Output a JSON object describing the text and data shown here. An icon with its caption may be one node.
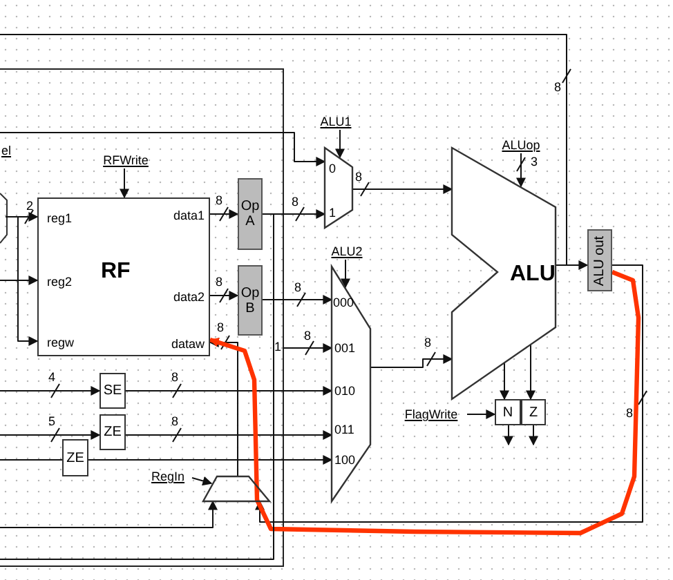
{
  "diagram": {
    "nodes": [
      {
        "text": [
          "ALU1"
        ]
      },
      {
        "text": [
          "0",
          "1"
        ]
      },
      {
        "text": [
          "ALUop"
        ]
      },
      {
        "text": [
          "RFWrite"
        ]
      },
      {
        "text": [
          "reg1",
          "reg2",
          "regw",
          "RF",
          "data1",
          "data2",
          "dataw"
        ]
      },
      {
        "text": [
          "Op A"
        ]
      },
      {
        "text": [
          "Op B"
        ]
      },
      {
        "text": [
          "ALU2"
        ]
      },
      {
        "text": [
          "000",
          "001",
          "010",
          "011",
          "100"
        ]
      },
      {
        "text": [
          "ALU"
        ]
      },
      {
        "text": [
          "ALU out"
        ]
      },
      {
        "text": [
          "1"
        ]
      },
      {
        "text": [
          "SE"
        ]
      },
      {
        "text": [
          "ZE"
        ]
      },
      {
        "text": [
          "ZE"
        ]
      },
      {
        "text": [
          "FlagWrite"
        ]
      },
      {
        "text": [
          "N"
        ]
      },
      {
        "text": [
          "Z"
        ]
      },
      {
        "text": [
          "RegIn"
        ]
      },
      {
        "text": [],
        "shape": "trapezoid"
      }
    ],
    "edges": [
      {
        "from": 3,
        "to": 4,
        "arrow": "to"
      },
      {
        "from": null,
        "to": 4,
        "arrow": "to",
        "label": "2"
      },
      {
        "from": null,
        "to": 4,
        "arrow": "to"
      },
      {
        "from": null,
        "to": 4,
        "arrow": "to"
      },
      {
        "from": 4,
        "to": 5,
        "arrow": "to",
        "label": "8"
      },
      {
        "from": 4,
        "to": 6,
        "arrow": "to",
        "label": "8"
      },
      {
        "from": 5,
        "to": 1,
        "arrow": "to",
        "label": "8"
      },
      {
        "from": null,
        "to": 1,
        "arrow": "to"
      },
      {
        "from": 0,
        "to": 1,
        "arrow": "to"
      },
      {
        "from": 1,
        "to": 9,
        "arrow": "to",
        "label": "8"
      },
      {
        "from": 6,
        "to": 8,
        "arrow": "to",
        "label": "8"
      },
      {
        "from": 11,
        "to": 8,
        "arrow": "to",
        "label": "8"
      },
      {
        "from": 12,
        "to": 8,
        "arrow": "to",
        "label": "8"
      },
      {
        "from": 13,
        "to": 8,
        "arrow": "to",
        "label": "8"
      },
      {
        "from": 14,
        "to": 8,
        "arrow": "to"
      },
      {
        "from": null,
        "to": 12,
        "arrow": "to",
        "label": "4"
      },
      {
        "from": null,
        "to": 13,
        "arrow": "to",
        "label": "5"
      },
      {
        "from": null,
        "to": 14,
        "arrow": "none"
      },
      {
        "from": 7,
        "to": 8,
        "arrow": "to"
      },
      {
        "from": 8,
        "to": 9,
        "arrow": "to",
        "label": "8"
      },
      {
        "from": 2,
        "to": 9,
        "arrow": "to",
        "label": "3"
      },
      {
        "from": 9,
        "to": 10,
        "arrow": "to"
      },
      {
        "from": 9,
        "to": null,
        "arrow": "none",
        "label": "8"
      },
      {
        "from": 10,
        "to": 19,
        "arrow": "to",
        "label": "8"
      },
      {
        "from": 18,
        "to": 19,
        "arrow": "to"
      },
      {
        "from": null,
        "to": 19,
        "arrow": "to"
      },
      {
        "from": 19,
        "to": 4,
        "arrow": "to",
        "label": "8"
      },
      {
        "from": 9,
        "to": 16,
        "arrow": "to"
      },
      {
        "from": 9,
        "to": 17,
        "arrow": "to"
      },
      {
        "from": 15,
        "to": 16,
        "arrow": "to"
      },
      {
        "from": 16,
        "to": null,
        "arrow": "to"
      },
      {
        "from": 17,
        "to": null,
        "arrow": "to"
      },
      {
        "from": 10,
        "to": 4,
        "arrow": "to",
        "style": "thick",
        "color": "#ff3300"
      },
      {
        "from": 5,
        "to": null,
        "arrow": "none"
      }
    ],
    "labels": [
      "el"
    ]
  }
}
